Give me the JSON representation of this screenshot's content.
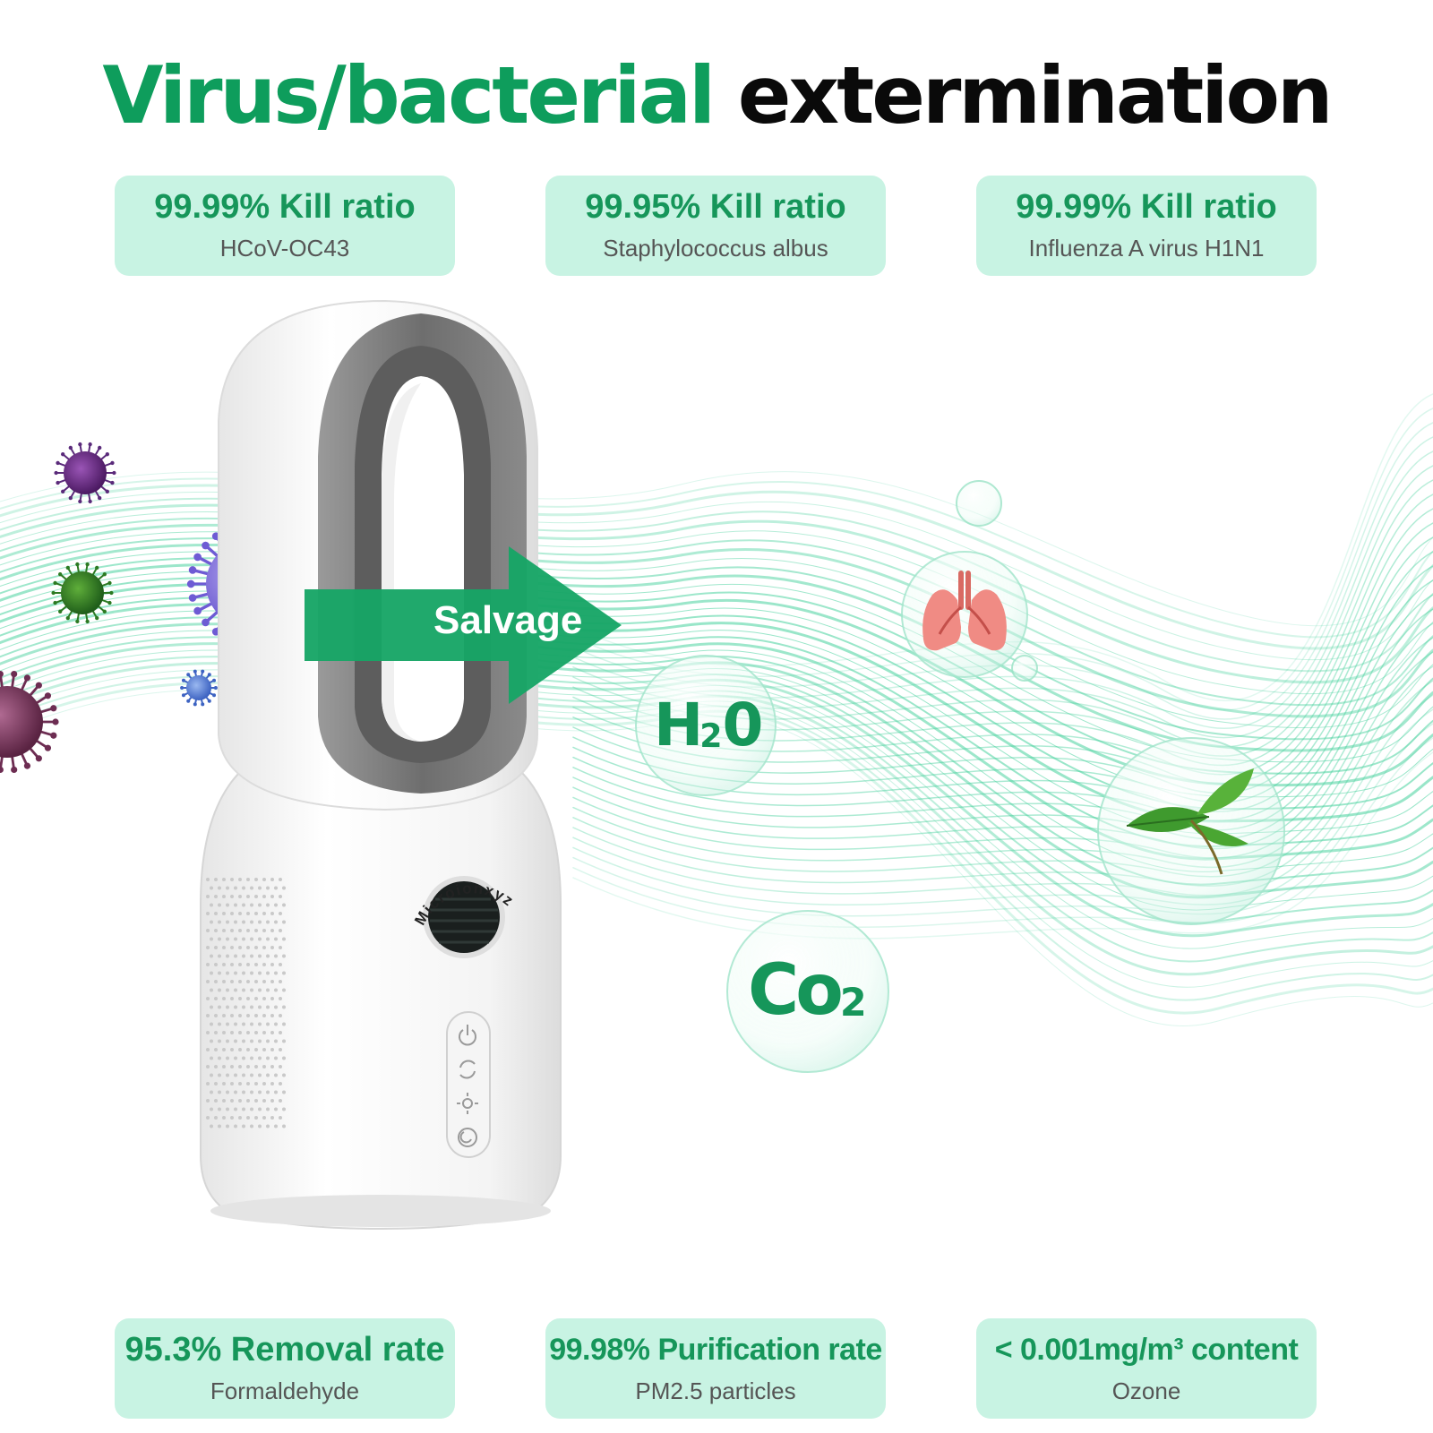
{
  "headline": {
    "part1": "Virus/bacterial",
    "part2": "extermination",
    "colors": {
      "part1": "#0e9d5c",
      "part2": "#0a0a0a"
    }
  },
  "top_stats": [
    {
      "value": "99.99% Kill ratio",
      "target": "HCoV-OC43"
    },
    {
      "value": "99.95% Kill ratio",
      "target": "Staphylococcus albus"
    },
    {
      "value": "99.99% Kill ratio",
      "target": "Influenza A virus H1N1"
    }
  ],
  "bottom_stats": [
    {
      "value": "95.3% Removal rate",
      "target": "Formaldehyde"
    },
    {
      "value": "99.98% Purification rate",
      "target": "PM2.5 particles"
    },
    {
      "value": "< 0.001mg/m³ content",
      "target": "Ozone"
    }
  ],
  "arrow_label": "Salvage",
  "chemicals": {
    "water": {
      "base": "H",
      "sub": "2",
      "tail": "0"
    },
    "co2": {
      "base": "Co",
      "sub": "2"
    }
  },
  "device": {
    "brand": "Microionxyz"
  },
  "icons": [
    "power-icon",
    "cycle-icon",
    "light-icon",
    "sleep-icon",
    "lungs-icon",
    "tea-leaf-icon",
    "virus-icon"
  ],
  "colors": {
    "card_bg": "#c8f3e3",
    "accent_green": "#16965a",
    "arrow_green": "#17a566",
    "wave_green": "#3fcf99"
  }
}
